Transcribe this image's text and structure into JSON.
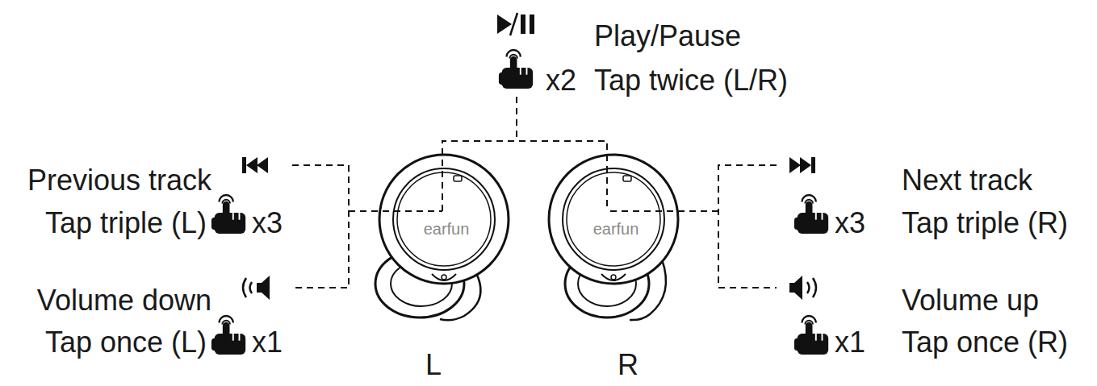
{
  "diagram": {
    "labels": [
      "Play/Pause",
      "x2",
      "Tap twice (L/R)",
      "Previous track",
      "Tap triple (L)",
      "x3",
      "Next track",
      "x3",
      "Tap triple (R)",
      "earfun",
      "earfun",
      "Volume down",
      "Tap once (L)",
      "x1",
      "Volume up",
      "x1",
      "Tap once (R)",
      "L",
      "R"
    ]
  }
}
